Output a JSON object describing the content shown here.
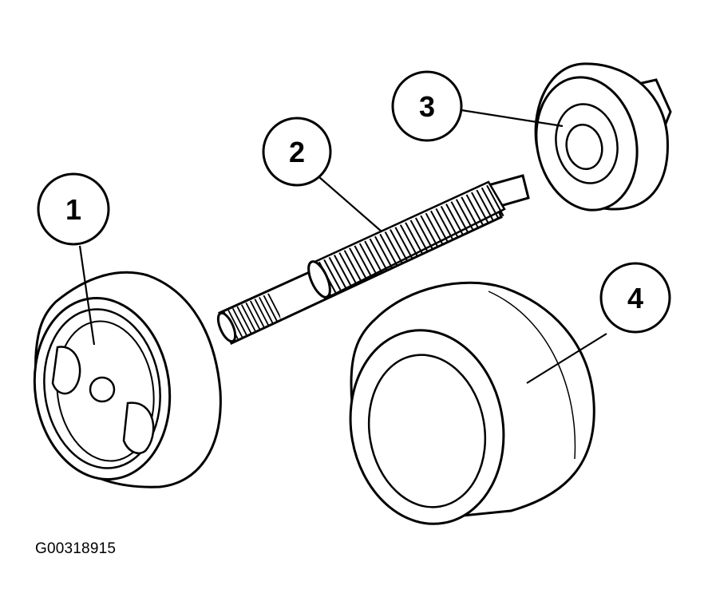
{
  "callouts": [
    {
      "id": "1",
      "label": "1"
    },
    {
      "id": "2",
      "label": "2"
    },
    {
      "id": "3",
      "label": "3"
    },
    {
      "id": "4",
      "label": "4"
    }
  ],
  "figure_id": "G00318915",
  "colors": {
    "line": "#000000",
    "fill": "#ffffff"
  }
}
